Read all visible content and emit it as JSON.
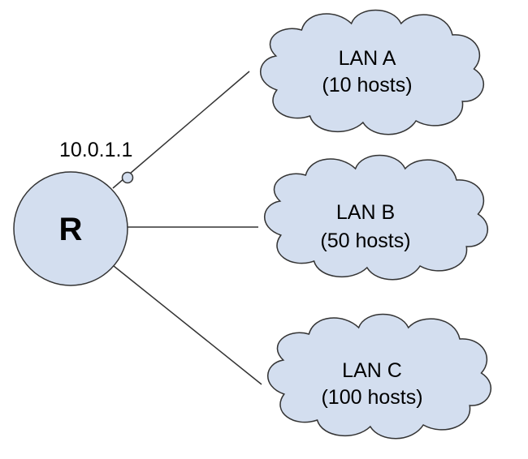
{
  "router": {
    "label": "R",
    "ip": "10.0.1.1"
  },
  "lans": [
    {
      "name": "LAN A",
      "hosts": "(10 hosts)"
    },
    {
      "name": "LAN B",
      "hosts": "(50 hosts)"
    },
    {
      "name": "LAN C",
      "hosts": "(100 hosts)"
    }
  ],
  "colors": {
    "fill": "#d3deef",
    "stroke": "#333333",
    "line": "#333333"
  }
}
